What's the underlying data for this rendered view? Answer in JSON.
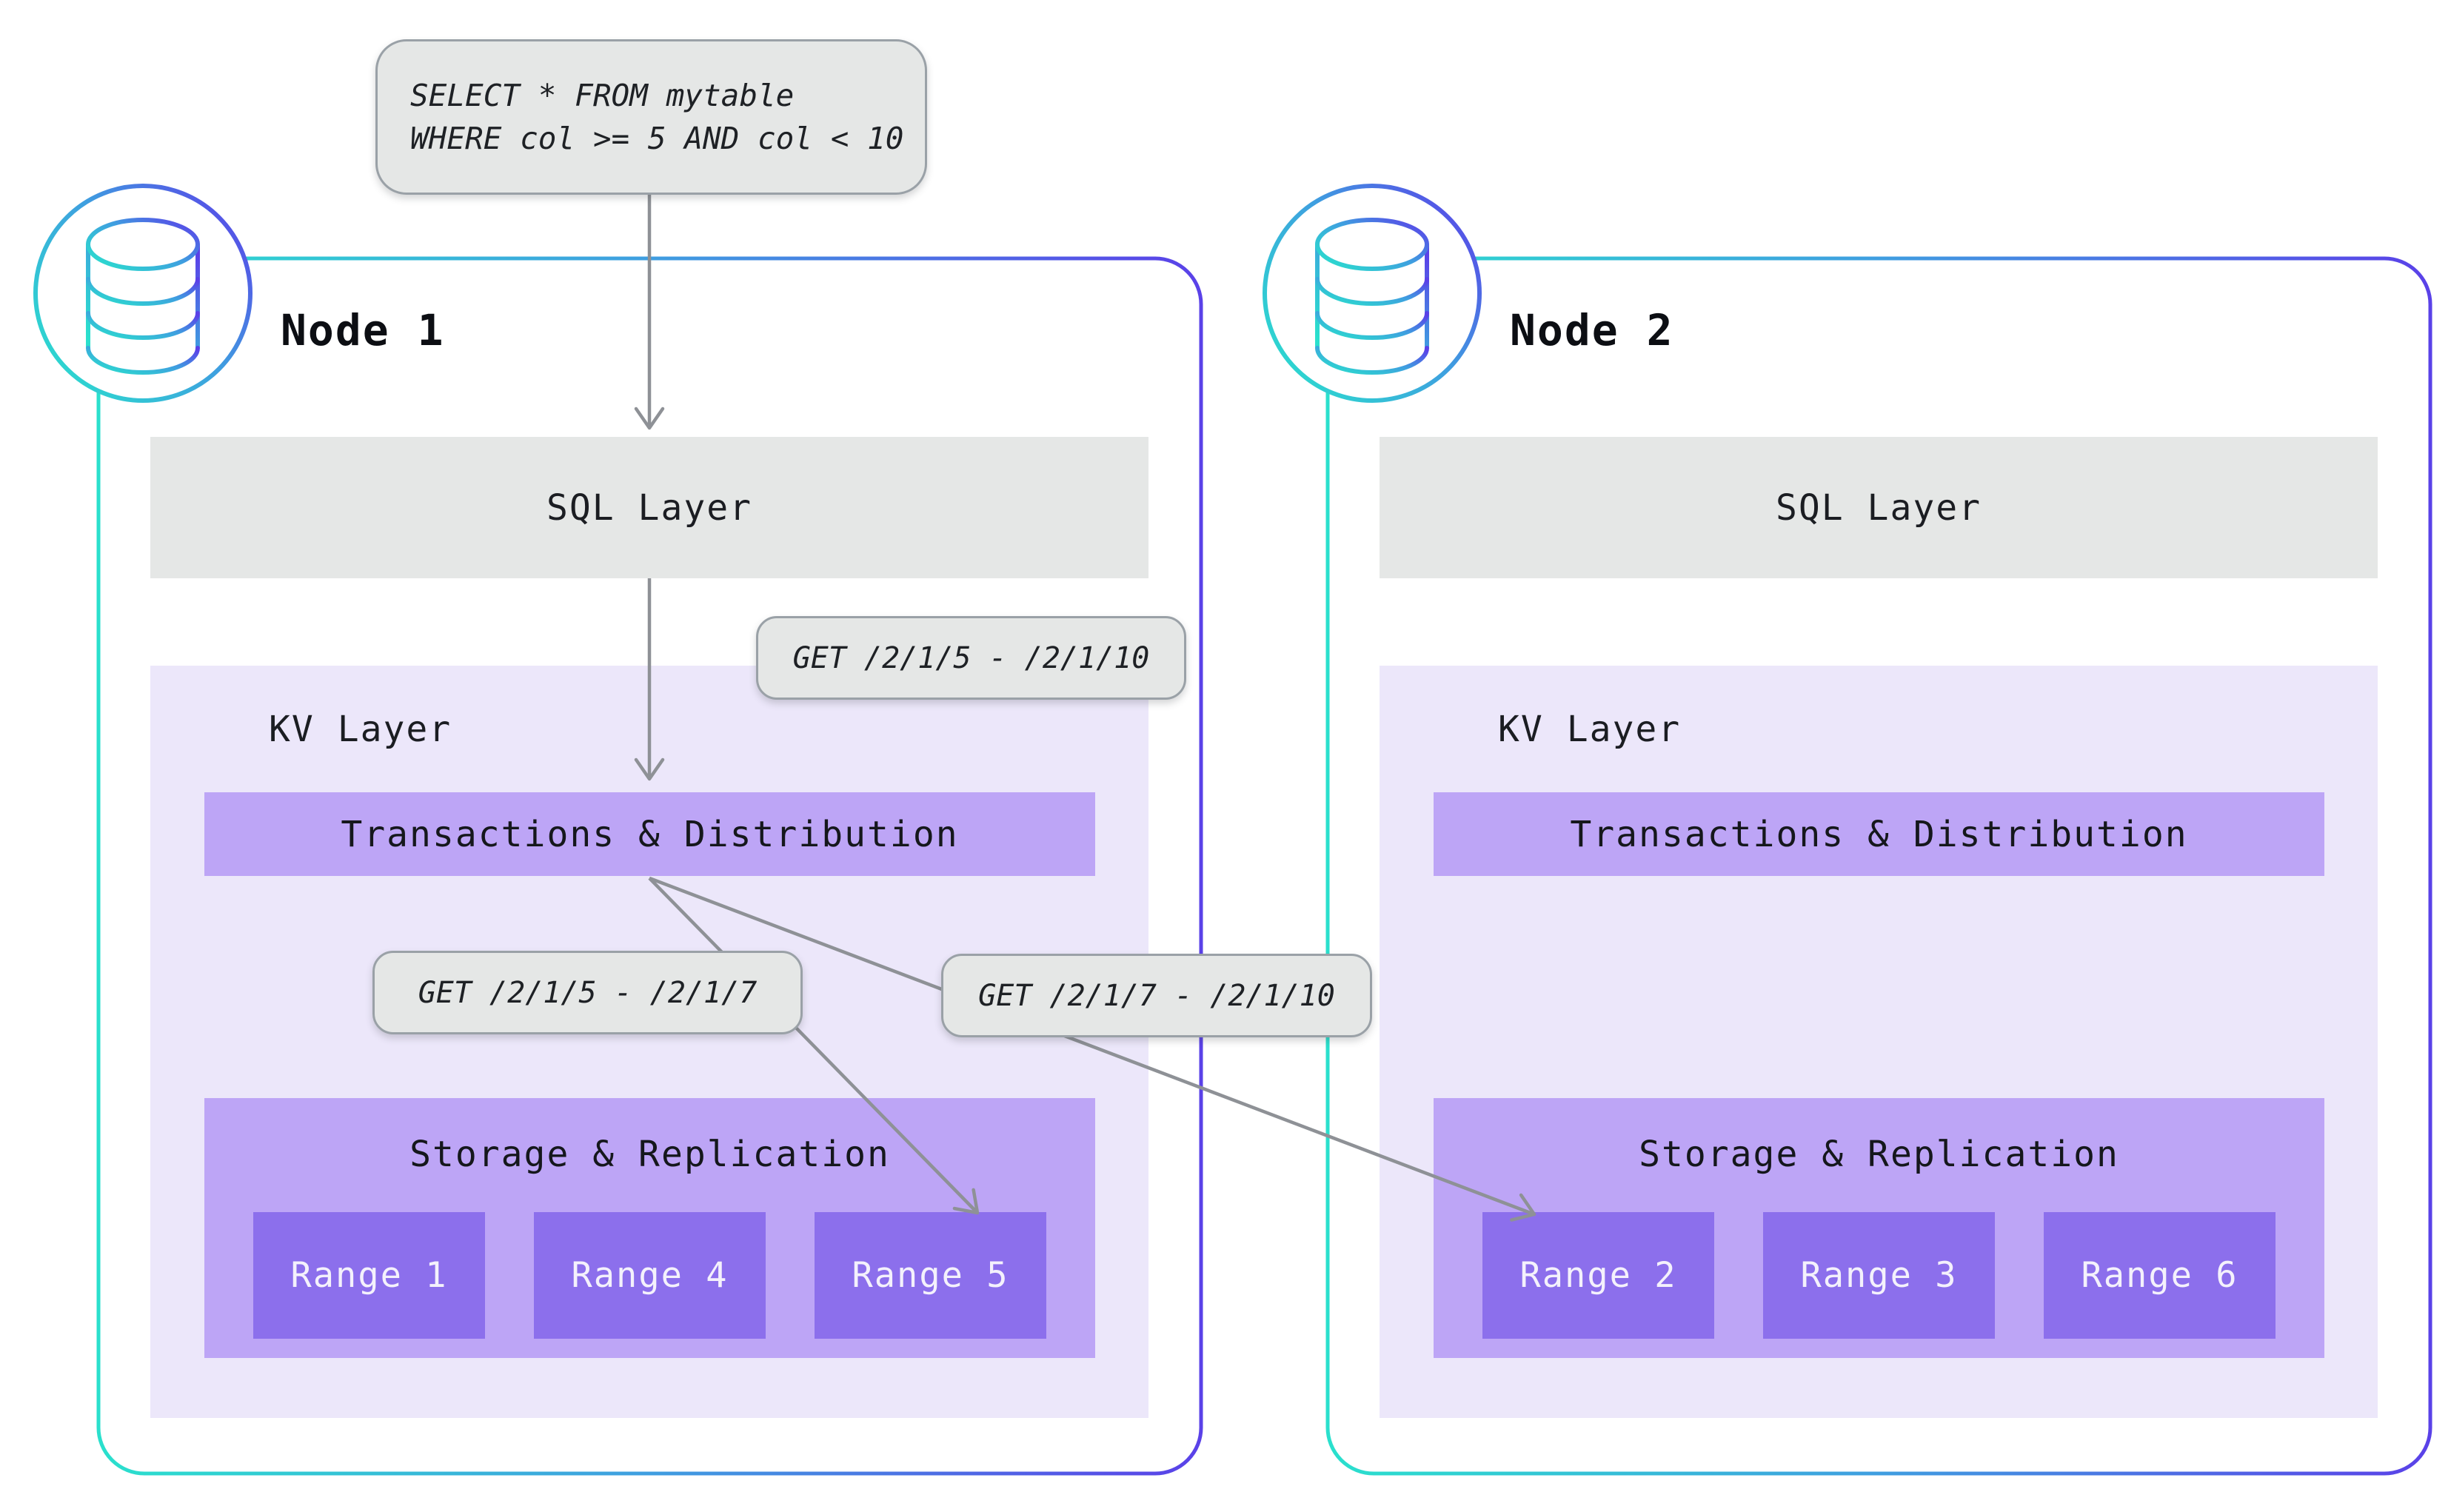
{
  "query": {
    "lines": [
      "SELECT * FROM mytable",
      "WHERE col >= 5 AND col < 10"
    ]
  },
  "get_labels": {
    "sql_to_kv": "GET /2/1/5 - /2/1/10",
    "local_range": "GET /2/1/5 - /2/1/7",
    "remote_range": "GET /2/1/7 - /2/1/10"
  },
  "nodes": [
    {
      "title": "Node 1",
      "sql_layer": "SQL Layer",
      "kv_layer": "KV Layer",
      "transactions": "Transactions & Distribution",
      "storage": "Storage & Replication",
      "ranges": [
        "Range 1",
        "Range 4",
        "Range 5"
      ]
    },
    {
      "title": "Node 2",
      "sql_layer": "SQL Layer",
      "kv_layer": "KV Layer",
      "transactions": "Transactions & Distribution",
      "storage": "Storage & Replication",
      "ranges": [
        "Range 2",
        "Range 3",
        "Range 6"
      ]
    }
  ],
  "icons": [
    "database-icon",
    "database-icon"
  ],
  "colors": {
    "node_border_gradient_start": "#2ae0cd",
    "node_border_gradient_end": "#5a41e8",
    "layer_gray": "#e5e7e6",
    "kv_background": "#ece7fa",
    "purple_bar": "#bda5f6",
    "purple_range": "#8c6fec",
    "arrow_gray": "#8e9196",
    "code_box_border": "#9aa1a7"
  }
}
